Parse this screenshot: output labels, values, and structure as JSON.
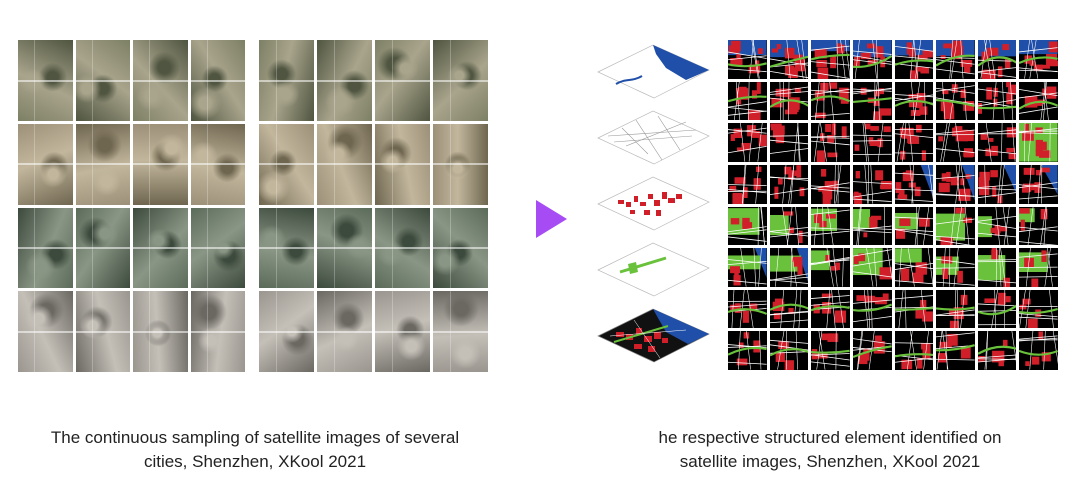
{
  "left_caption": {
    "line1": "The continuous sampling of satellite images of several",
    "line2": "cities, Shenzhen, XKool 2021"
  },
  "right_caption": {
    "line1": "he respective structured element identified on",
    "line2": "satellite images, Shenzhen, XKool 2021"
  },
  "colors": {
    "arrow": "#a74bf5",
    "water": "#1f4fa8",
    "buildings": "#d11f2a",
    "green": "#6ac23c",
    "roads": "#ffffff",
    "background": "#000000"
  },
  "satellite_rows": [
    {
      "tone": "urban-mixed",
      "base": "#7d8065",
      "light": "#a9a48c",
      "dark": "#4f5540"
    },
    {
      "tone": "arid-farmland",
      "base": "#9c9078",
      "light": "#c2b79d",
      "dark": "#6f6650"
    },
    {
      "tone": "green-forest",
      "base": "#5b6b5a",
      "light": "#8a9685",
      "dark": "#3c4a3d"
    },
    {
      "tone": "industrial-grey",
      "base": "#9a968f",
      "light": "#c4c0b8",
      "dark": "#6b6862"
    }
  ]
}
